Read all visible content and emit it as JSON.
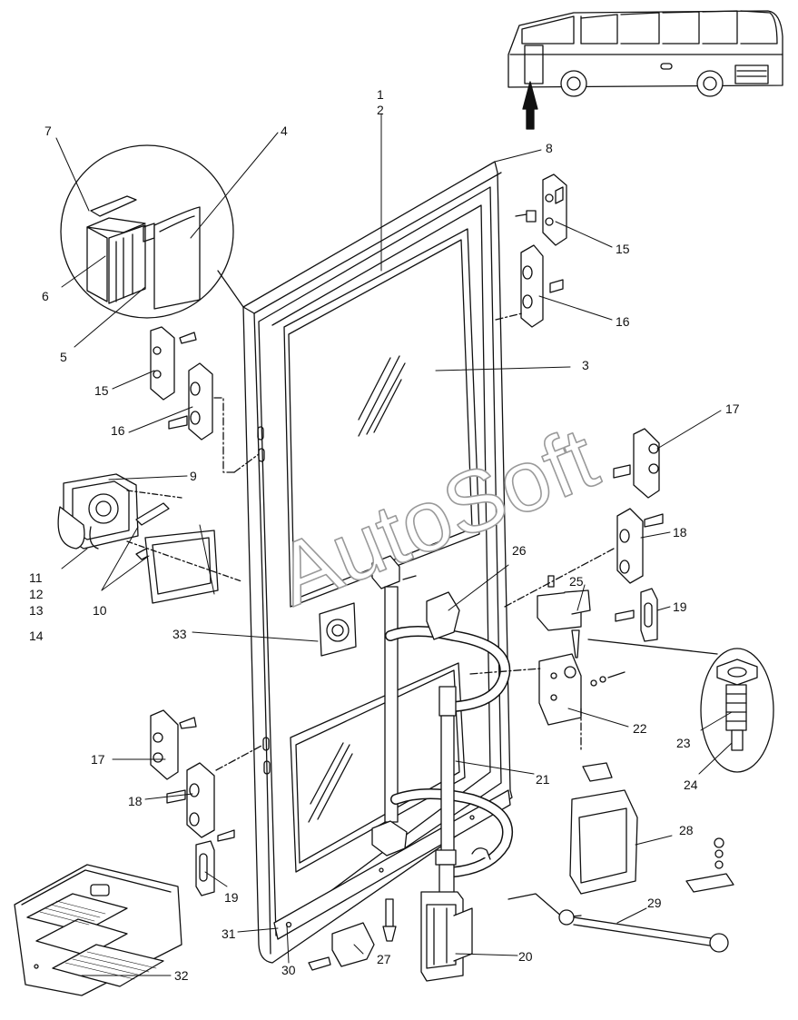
{
  "diagram": {
    "labels": {
      "l1": "1",
      "l2": "2",
      "l3": "3",
      "l4": "4",
      "l5": "5",
      "l6": "6",
      "l7": "7",
      "l8": "8",
      "l9": "9",
      "l10": "10",
      "l11": "11",
      "l12": "12",
      "l13": "13",
      "l14": "14",
      "l15a": "15",
      "l15b": "15",
      "l16a": "16",
      "l16b": "16",
      "l17a": "17",
      "l17b": "17",
      "l18a": "18",
      "l18b": "18",
      "l19a": "19",
      "l19b": "19",
      "l20": "20",
      "l21": "21",
      "l22": "22",
      "l23": "23",
      "l24": "24",
      "l25": "25",
      "l26": "26",
      "l27": "27",
      "l28": "28",
      "l29": "29",
      "l30": "30",
      "l31": "31",
      "l32": "32",
      "l33": "33"
    },
    "watermark": "AutoSoft",
    "colors": {
      "line": "#111111",
      "fill": "#ffffff",
      "watermark": "#9a9a9a",
      "tint": "#e6e6e6"
    }
  }
}
